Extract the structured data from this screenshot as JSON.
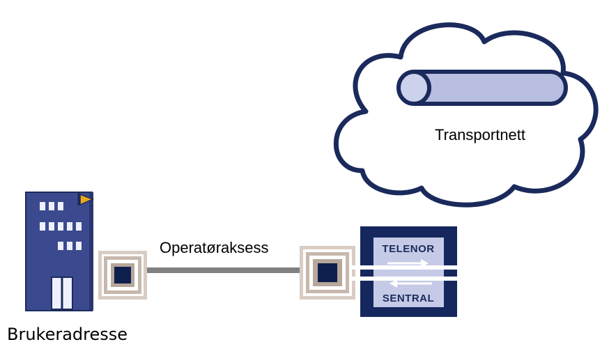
{
  "cloud": {
    "label": "Transportnett"
  },
  "link": {
    "label": "Operatøraksess"
  },
  "building": {
    "label": "Brukeradresse"
  },
  "exchange": {
    "line1": "TELENOR",
    "line2": "SENTRAL"
  },
  "colors": {
    "cloud_border": "#1b2a5c",
    "cloud_fill": "#ffffff",
    "pipe_fill": "#b7bedf",
    "building_fill": "#3b4a8e",
    "building_window": "#eef0ff",
    "flag": "#e8a91c",
    "terminal_outer": "#d9ccc2",
    "terminal_inner": "#0f1f4d",
    "link_line": "#808080",
    "exchange_fill": "#16275e",
    "exchange_panel": "#c5cbe6"
  }
}
